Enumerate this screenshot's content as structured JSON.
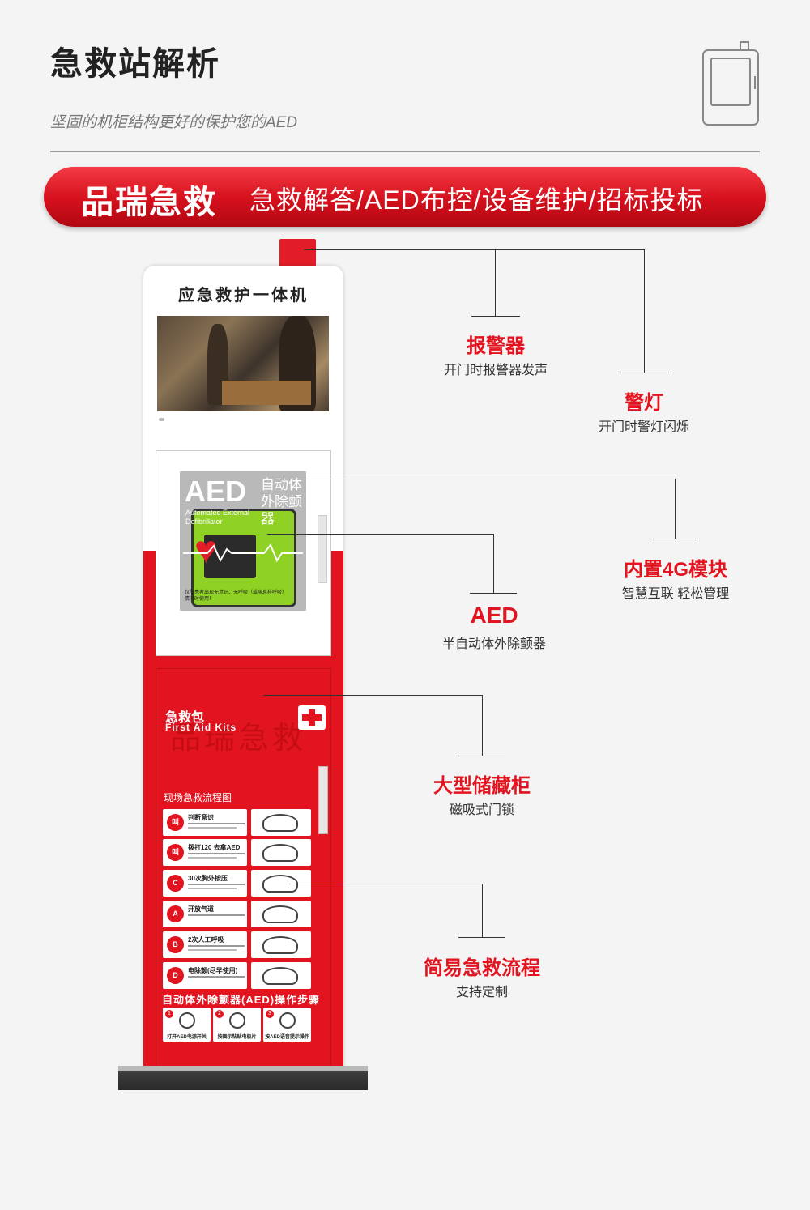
{
  "header": {
    "title": "急救站解析",
    "subtitle": "坚固的机柜结构更好的保护您的AED"
  },
  "banner": {
    "brand": "品瑞急救",
    "services": "急救解答/AED布控/设备维护/招标投标"
  },
  "kiosk": {
    "name": "应急救护一体机",
    "aed_logo": "AED",
    "aed_cn": "自动体外除颤器",
    "aed_en_line1": "Automated External",
    "aed_en_line2": "Defibrillator",
    "aed_warning": "仅限患者出现无意识、无呼吸（或喘息样呼吸）情况时使用！",
    "kit_title": "急救包",
    "kit_subtitle": "First Aid Kits",
    "kit_watermark": "品瑞急救",
    "flow_title": "现场急救流程图",
    "flow_steps": [
      {
        "badge": "叫",
        "label": "判断意识"
      },
      {
        "badge": "叫",
        "label": "拨打120 去拿AED"
      },
      {
        "badge": "C",
        "label": "30次胸外按压"
      },
      {
        "badge": "A",
        "label": "开放气道"
      },
      {
        "badge": "B",
        "label": "2次人工呼吸"
      },
      {
        "badge": "D",
        "label": "电除颤(尽早使用)"
      }
    ],
    "aed_steps_title": "自动体外除颤器(AED)操作步骤",
    "aed_steps": [
      {
        "num": "1",
        "label": "打开AED电源开关"
      },
      {
        "num": "2",
        "label": "按图示粘贴电极片"
      },
      {
        "num": "3",
        "label": "按AED语音提示操作"
      }
    ]
  },
  "callouts": {
    "alarm": {
      "title": "报警器",
      "desc": "开门时报警器发声"
    },
    "light": {
      "title": "警灯",
      "desc": "开门时警灯闪烁"
    },
    "module4g": {
      "title": "内置4G模块",
      "desc": "智慧互联 轻松管理"
    },
    "aed": {
      "title": "AED",
      "desc": "半自动体外除颤器"
    },
    "storage": {
      "title": "大型储藏柜",
      "desc": "磁吸式门锁"
    },
    "flow": {
      "title": "简易急救流程",
      "desc": "支持定制"
    }
  },
  "colors": {
    "brand_red": "#e2141f",
    "background": "#f4f4f4"
  },
  "icons": {
    "header_icon": "device-outline-icon",
    "kit_icon": "first-aid-cross-icon"
  }
}
